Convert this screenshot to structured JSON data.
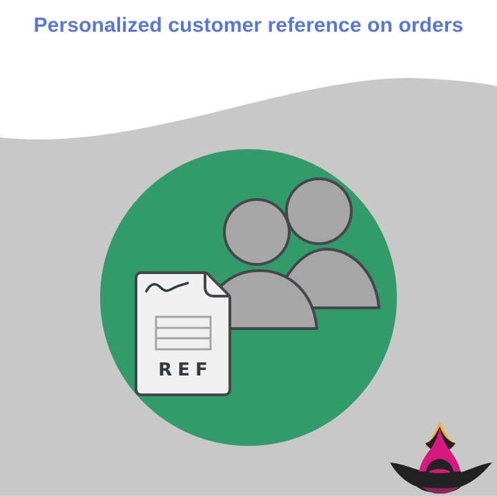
{
  "header": {
    "title": "Personalized customer reference on orders"
  },
  "illustration": {
    "document_label": "REF",
    "icons": [
      "users-icon",
      "document-icon",
      "signature-icon",
      "table-icon"
    ]
  },
  "colors": {
    "title": "#5a78d3",
    "background_wave": "#c8c8c8",
    "circle": "#339a6a",
    "person_fill": "#a6a6a6",
    "outline": "#43474c",
    "document_fill": "#f0f0f0",
    "logo_black": "#222222",
    "logo_pink": "#d6187f",
    "logo_orange": "#f0b040",
    "logo_maroon": "#8f2458"
  },
  "logo": {
    "name": "brand-logo"
  }
}
